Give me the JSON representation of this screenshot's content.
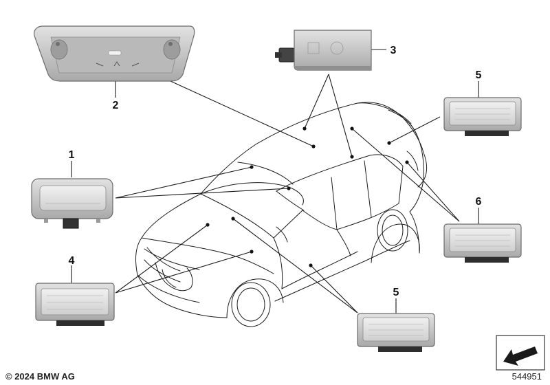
{
  "diagram": {
    "callouts": {
      "c1": "1",
      "c2": "2",
      "c3": "3",
      "c4": "4",
      "c5a": "5",
      "c5b": "5",
      "c6": "6"
    }
  },
  "footer": {
    "copyright": "© 2024 BMW AG",
    "diagram_id": "544951"
  },
  "colors": {
    "part_fill": "#c8c8c8",
    "part_stroke": "#6a6a6a",
    "line": "#1a1a1a"
  }
}
